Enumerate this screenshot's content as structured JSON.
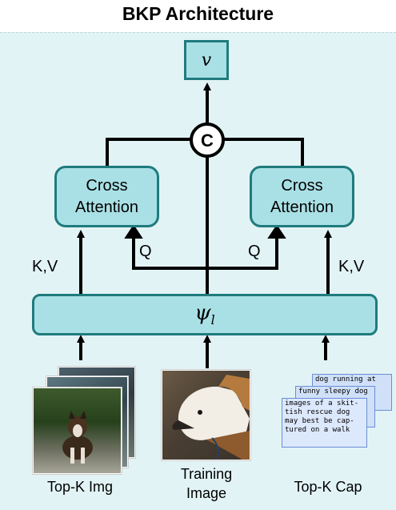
{
  "title": "BKP Architecture",
  "output_label": "v",
  "concat_label": "C",
  "cross_attention_left": "Cross\nAttention",
  "cross_attention_right": "Cross\nAttention",
  "kv_left": "K,V",
  "kv_right": "K,V",
  "q_left": "Q",
  "q_right": "Q",
  "encoder_label": "ψ",
  "encoder_subscript": "l",
  "captions": [
    "dog running at",
    "funny sleepy dog on",
    "images of a skit-\ntish rescue dog\nmay best be cap-\ntured on a walk"
  ],
  "inputs": {
    "left": "Top-K Img",
    "center": "Training\nImage",
    "right": "Top-K Cap"
  },
  "colors": {
    "panel_bg": "#e2f3f5",
    "box_fill": "#a9e0e6",
    "box_border": "#1f7b7d",
    "arrow": "#000000"
  }
}
